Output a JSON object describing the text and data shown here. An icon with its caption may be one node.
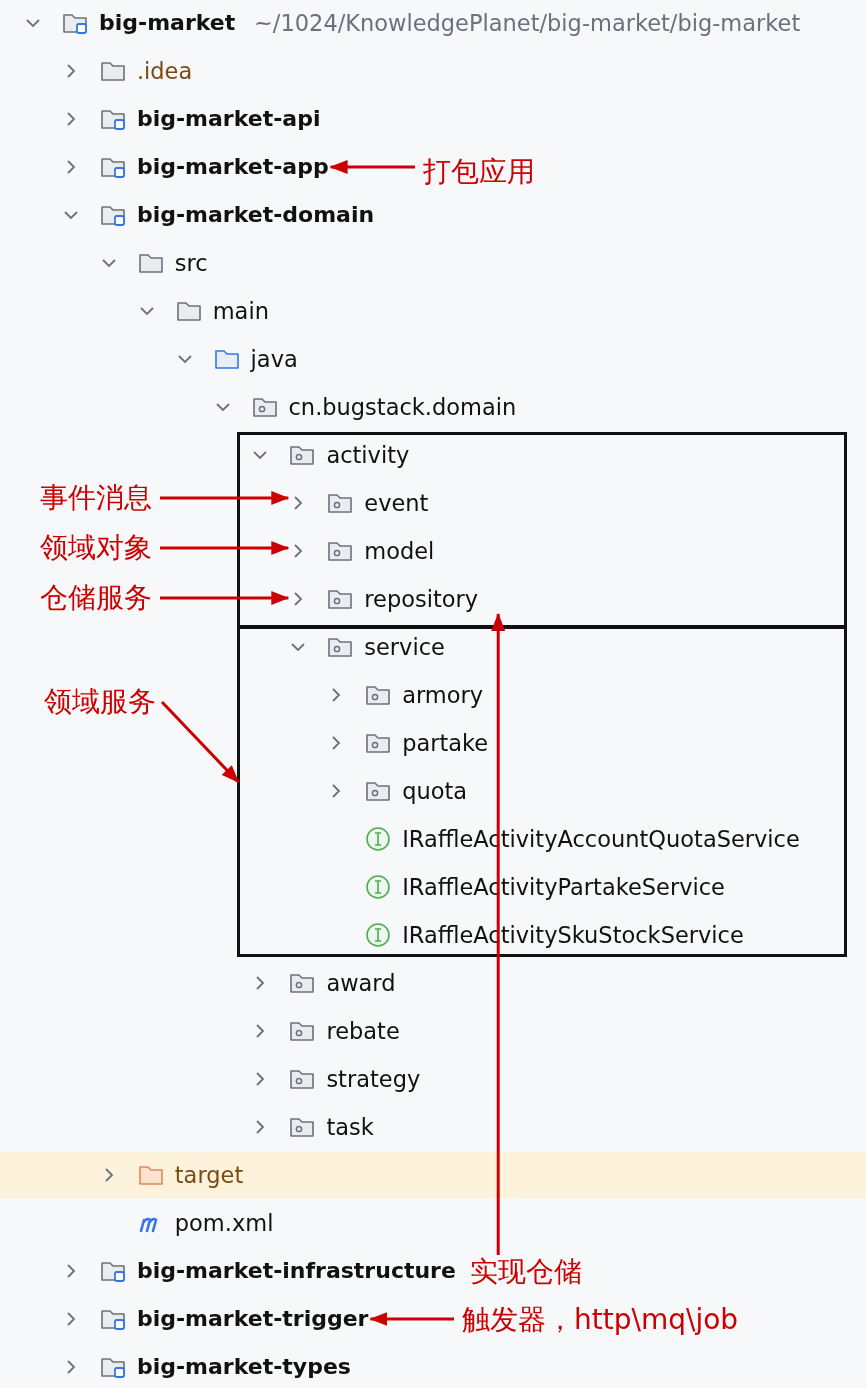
{
  "diagram": {
    "nodes": [
      {
        "text": [
          "big-market"
        ],
        "beside": [
          "~/1024/KnowledgePlanet/big-market/big-market"
        ]
      },
      {
        "text": [
          ".idea"
        ]
      },
      {
        "text": [
          "big-market-api"
        ]
      },
      {
        "text": [
          "big-market-app"
        ]
      },
      {
        "text": [
          "big-market-domain"
        ]
      },
      {
        "text": [
          "src"
        ]
      },
      {
        "text": [
          "main"
        ]
      },
      {
        "text": [
          "java"
        ]
      },
      {
        "text": [
          "cn.bugstack.domain"
        ]
      },
      {
        "text": [],
        "shape": "box"
      },
      {
        "text": [
          "activity"
        ],
        "in": 9
      },
      {
        "text": [
          "event"
        ],
        "in": 9
      },
      {
        "text": [
          "model"
        ],
        "in": 9
      },
      {
        "text": [
          "repository"
        ],
        "in": 9
      },
      {
        "text": [],
        "shape": "box"
      },
      {
        "text": [
          "service"
        ],
        "in": 14
      },
      {
        "text": [
          "armory"
        ],
        "in": 14
      },
      {
        "text": [
          "partake"
        ],
        "in": 14
      },
      {
        "text": [
          "quota"
        ],
        "in": 14
      },
      {
        "text": [
          "IRaffleActivityAccountQuotaService"
        ],
        "in": 14
      },
      {
        "text": [
          "IRaffleActivityPartakeService"
        ],
        "in": 14
      },
      {
        "text": [
          "IRaffleActivitySkuStockService"
        ],
        "in": 14
      },
      {
        "text": [
          "award"
        ]
      },
      {
        "text": [
          "rebate"
        ]
      },
      {
        "text": [
          "strategy"
        ]
      },
      {
        "text": [
          "task"
        ]
      },
      {
        "text": [
          "target"
        ]
      },
      {
        "text": [
          "pom.xml"
        ]
      },
      {
        "text": [
          "big-market-infrastructure"
        ]
      },
      {
        "text": [
          "big-market-trigger"
        ]
      },
      {
        "text": [
          "big-market-types"
        ]
      },
      {
        "text": [
          "打包应用"
        ]
      },
      {
        "text": [
          "事件消息"
        ]
      },
      {
        "text": [
          "领域对象"
        ]
      },
      {
        "text": [
          "仓储服务"
        ]
      },
      {
        "text": [
          "领域服务"
        ]
      },
      {
        "text": [
          "实现仓储"
        ]
      },
      {
        "text": [
          "触发器，http\\mq\\job"
        ]
      }
    ],
    "edges": [
      {
        "from": 31,
        "to": 3,
        "arrow": "to"
      },
      {
        "from": 32,
        "to": 11,
        "arrow": "to"
      },
      {
        "from": 33,
        "to": 12,
        "arrow": "to"
      },
      {
        "from": 34,
        "to": 13,
        "arrow": "to"
      },
      {
        "from": 35,
        "to": 14,
        "arrow": "to"
      },
      {
        "from": 36,
        "to": 13,
        "arrow": "to"
      },
      {
        "from": 37,
        "to": 29,
        "arrow": "to"
      }
    ]
  }
}
